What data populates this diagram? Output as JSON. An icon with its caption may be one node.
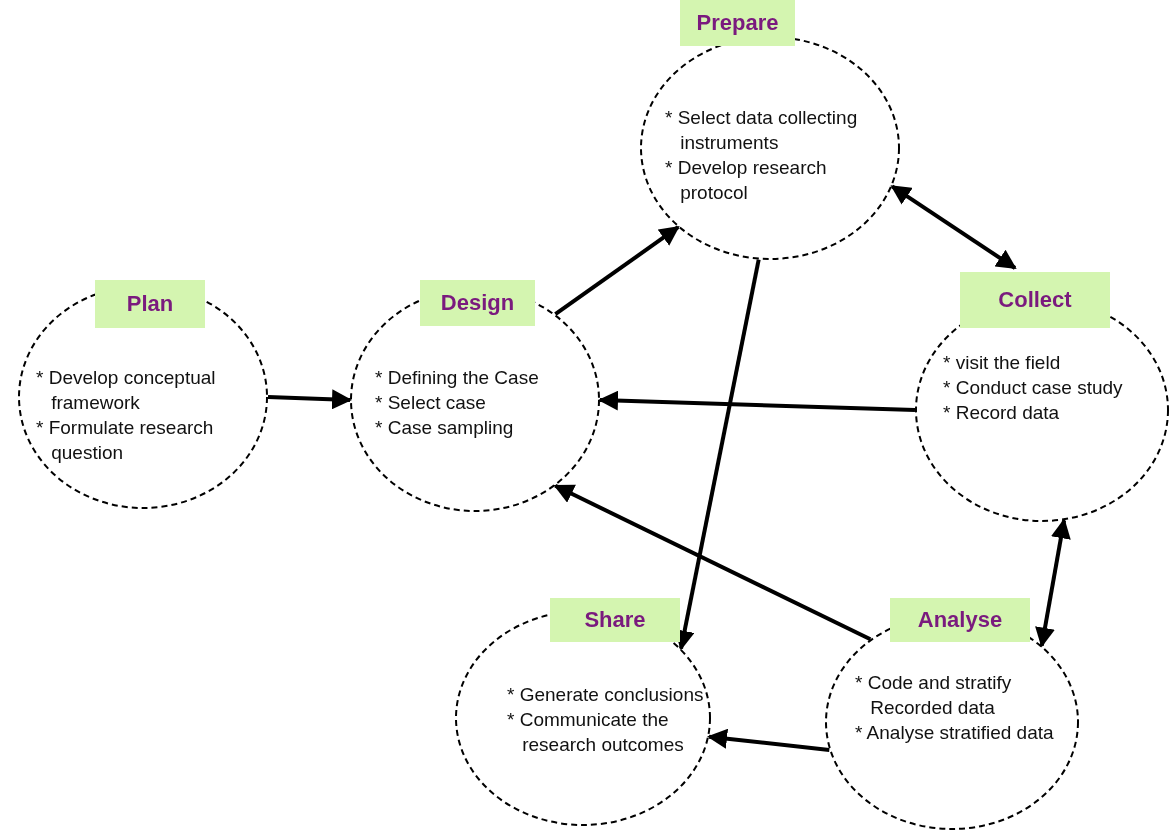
{
  "diagram": {
    "nodes": [
      {
        "text": [
          "Plan",
          "* Develop conceptual framework",
          "* Formulate research question"
        ]
      },
      {
        "text": [
          "Design",
          "* Defining the Case",
          "*  Select case",
          "* Case sampling"
        ]
      },
      {
        "text": [
          "Prepare",
          "* Select data collecting instruments",
          "* Develop research protocol"
        ]
      },
      {
        "text": [
          "Collect",
          "* visit the field",
          "* Conduct case study",
          "* Record data"
        ]
      },
      {
        "text": [
          "Share",
          "* Generate conclusions",
          "* Communicate the research outcomes"
        ]
      },
      {
        "text": [
          "Analyse",
          "* Code and stratify Recorded data",
          "* Analyse stratified data"
        ]
      }
    ],
    "edges": [
      {
        "from": 0,
        "to": 1,
        "arrow": "to"
      },
      {
        "from": 1,
        "to": 2,
        "arrow": "to"
      },
      {
        "from": 2,
        "to": 3,
        "arrow": "both"
      },
      {
        "from": 3,
        "to": 1,
        "arrow": "to"
      },
      {
        "from": 2,
        "to": 4,
        "arrow": "to"
      },
      {
        "from": 3,
        "to": 5,
        "arrow": "both"
      },
      {
        "from": 5,
        "to": 1,
        "arrow": "to"
      },
      {
        "from": 5,
        "to": 4,
        "arrow": "to"
      }
    ]
  }
}
